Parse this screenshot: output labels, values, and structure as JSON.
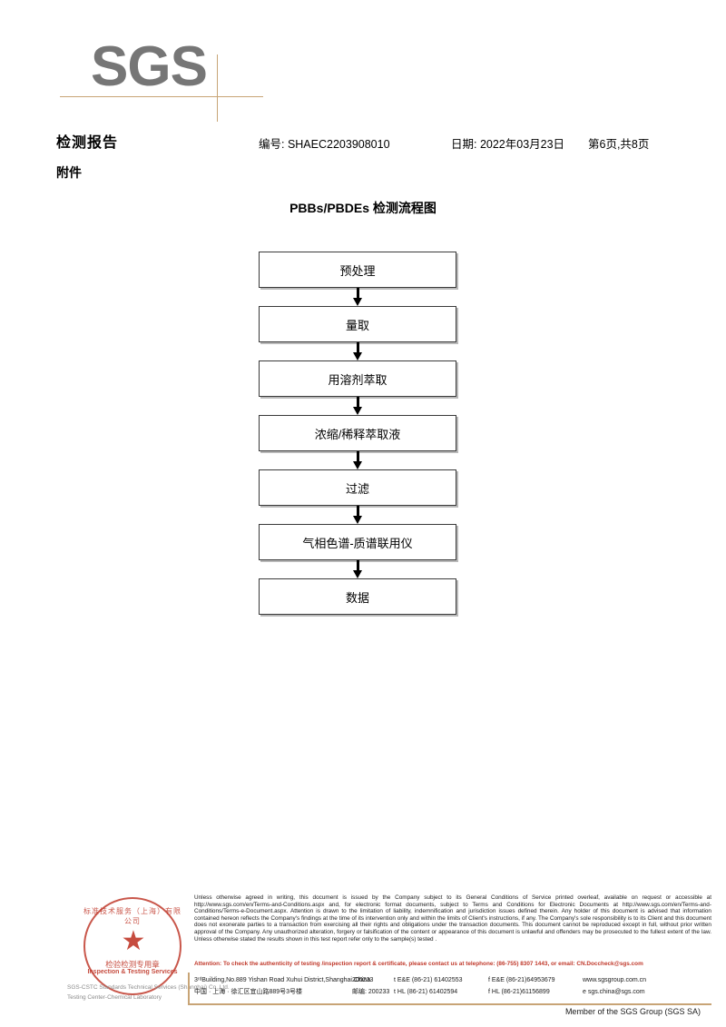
{
  "logo": {
    "text": "SGS"
  },
  "header": {
    "title": "检测报告",
    "subtitle": "附件",
    "report_no": "编号: SHAEC2203908010",
    "date": "日期: 2022年03月23日",
    "page": "第6页,共8页"
  },
  "flowchart": {
    "title": "PBBs/PBDEs 检测流程图",
    "steps": [
      {
        "label": "预处理"
      },
      {
        "label": "量取"
      },
      {
        "label": "用溶剂萃取"
      },
      {
        "label": "浓缩/稀释萃取液"
      },
      {
        "label": "过滤"
      },
      {
        "label": "气相色谱-质谱联用仪"
      },
      {
        "label": "数据"
      }
    ]
  },
  "stamp": {
    "arc_top": "标准技术服务（上海）有限公司",
    "star": "★",
    "cn_label": "检验检测专用章",
    "en_label": "Inspection & Testing Services",
    "grey_line1": "SGS-CSTC Standards Technical Services (Shanghai) Co.,Ltd.",
    "grey_line2": "Testing Center-Chemical Laboratory"
  },
  "footer": {
    "legal_text": "Unless otherwise agreed in writing, this document is issued by the Company subject to its General Conditions of Service printed overleaf, available on request or accessible at http://www.sgs.com/en/Terms-and-Conditions.aspx and, for electronic format documents, subject to Terms and Conditions for Electronic Documents at http://www.sgs.com/en/Terms-and-Conditions/Terms-e-Document.aspx. Attention is drawn to the limitation of liability, indemnification and jurisdiction issues defined therein. Any holder of this document is advised that information contained hereon reflects the Company's findings at the time of its intervention only and within the limits of Client's instructions, if any. The Company's sole responsibility is to its Client and this document does not exonerate parties to a transaction from exercising all their rights and obligations under the transaction documents. This document cannot be reproduced except in full, without prior written approval of the Company. Any unauthorized alteration, forgery or falsification of the content or appearance of this document is unlawful and offenders may be prosecuted to the fullest extent of the law. Unless otherwise stated the results shown in this test report refer only to the sample(s) tested .",
    "attention_text": "Attention: To check the authenticity of testing /inspection report & certificate, please contact us at telephone: (86-755) 8307 1443, or email: CN.Doccheck@sgs.com",
    "address_en": "3ʳᵈBuilding,No.889 Yishan Road Xuhui District,Shanghai China",
    "postcode_en": "200233",
    "address_cn": "中国 · 上海 · 徐汇区宜山路889号3号楼",
    "postcode_cn": "邮编: 200233",
    "tel_ee": "t E&E (86-21) 61402553",
    "fax_ee": "f E&E (86-21)64953679",
    "tel_hl": "t HL (86-21) 61402594",
    "fax_hl": "f HL (86-21)61156899",
    "website": "www.sgsgroup.com.cn",
    "email": "e  sgs.china@sgs.com",
    "member_text": "Member of the SGS Group (SGS SA)"
  },
  "colors": {
    "accent_tan": "#c8a476",
    "logo_grey": "#767676",
    "stamp_red": "#c0392b"
  }
}
